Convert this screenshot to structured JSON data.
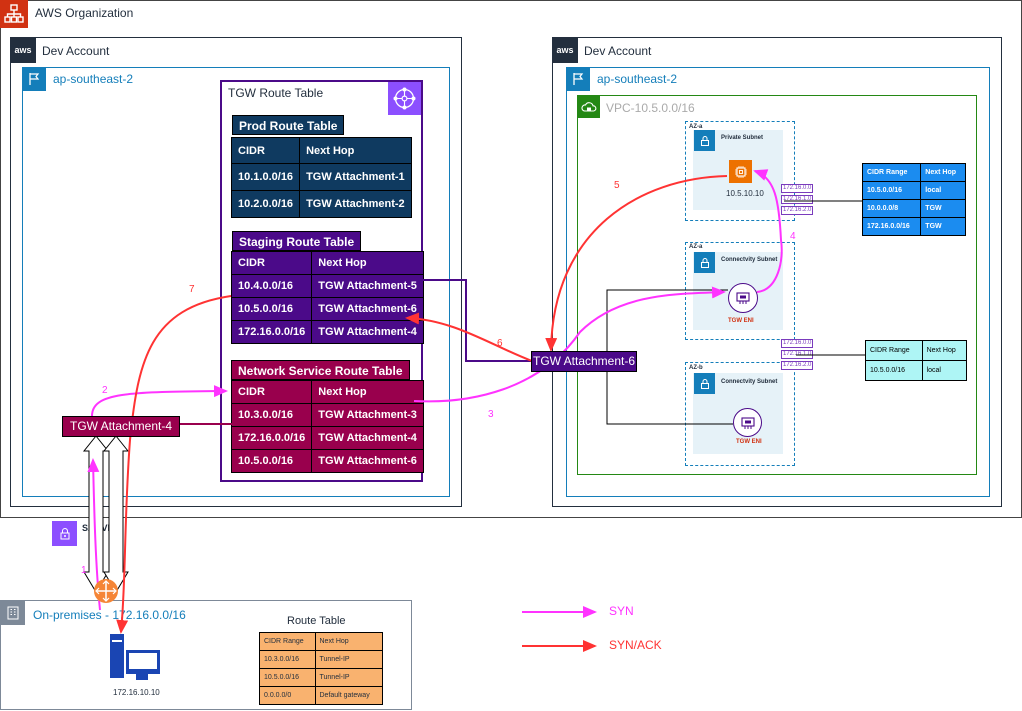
{
  "organization": {
    "title": "AWS Organization"
  },
  "left_account": {
    "title": "Dev Account",
    "region": "ap-southeast-2",
    "tgw": {
      "title": "TGW Route Table",
      "prod": {
        "title": "Prod Route Table",
        "color": "#0f3a60",
        "header": [
          "CIDR",
          "Next Hop"
        ],
        "rows": [
          [
            "10.1.0.0/16",
            "TGW Attachment-1"
          ],
          [
            "10.2.0.0/16",
            "TGW Attachment-2"
          ]
        ]
      },
      "staging": {
        "title": "Staging Route Table",
        "color": "#4b0a89",
        "header": [
          "CIDR",
          "Next Hop"
        ],
        "rows": [
          [
            "10.4.0.0/16",
            "TGW Attachment-5"
          ],
          [
            "10.5.0.0/16",
            "TGW Attachment-6"
          ],
          [
            "172.16.0.0/16",
            "TGW Attachment-4"
          ]
        ]
      },
      "network": {
        "title": "Network Service Route Table",
        "color": "#99004d",
        "header": [
          "CIDR",
          "Next Hop"
        ],
        "rows": [
          [
            "10.3.0.0/16",
            "TGW Attachment-3"
          ],
          [
            "172.16.0.0/16",
            "TGW Attachment-4"
          ],
          [
            "10.5.0.0/16",
            "TGW Attachment-6"
          ]
        ]
      }
    },
    "attachment4": "TGW Attachment-4"
  },
  "right_account": {
    "title": "Dev Account",
    "region": "ap-southeast-2",
    "vpc": "VPC-10.5.0.0/16",
    "az_a": "AZ-a",
    "az_a2": "AZ-a",
    "az_b": "AZ-b",
    "private_subnet": "Private Subnet",
    "connectivity_subnet_a": "Connectvity Subnet",
    "connectivity_subnet_b": "Connectvity Subnet",
    "instance_ip": "10.5.10.10",
    "tgw_eni_a": "TGW ENI",
    "tgw_eni_b": "TGW ENI",
    "ips_private": [
      "172.16.0.0",
      "172.16.1.0",
      "172.16.2.0"
    ],
    "ips_conn": [
      "172.16.0.0",
      "172.16.1.0",
      "172.16.2.0"
    ],
    "private_rt": {
      "header": [
        "CIDR Range",
        "Next Hop"
      ],
      "rows": [
        [
          "10.5.0.0/16",
          "local"
        ],
        [
          "10.0.0.0/8",
          "TGW"
        ],
        [
          "172.16.0.0/16",
          "TGW"
        ]
      ]
    },
    "conn_rt": {
      "header": [
        "CIDR Range",
        "Next Hop"
      ],
      "rows": [
        [
          "10.5.0.0/16",
          "local"
        ]
      ]
    },
    "attachment6": "TGW Attachment-6"
  },
  "onprem": {
    "title": "On-premises - 172.16.0.0/16",
    "vpn": "S2S VPN",
    "host_ip": "172.16.10.10",
    "route_table": {
      "title": "Route Table",
      "header": [
        "CIDR Range",
        "Next Hop"
      ],
      "rows": [
        [
          "10.3.0.0/16",
          "Tunnel-IP"
        ],
        [
          "10.5.0.0/16",
          "Tunnel-IP"
        ],
        [
          "0.0.0.0/0",
          "Default gateway"
        ]
      ]
    }
  },
  "steps": [
    "1",
    "2",
    "3",
    "4",
    "5",
    "6",
    "7"
  ],
  "legend": {
    "syn": "SYN",
    "synack": "SYN/ACK"
  },
  "colors": {
    "syn": "#ff33ff",
    "synack": "#ff3333",
    "aws_red": "#d13212",
    "region_blue": "#147eba",
    "vpc_green": "#248814"
  }
}
